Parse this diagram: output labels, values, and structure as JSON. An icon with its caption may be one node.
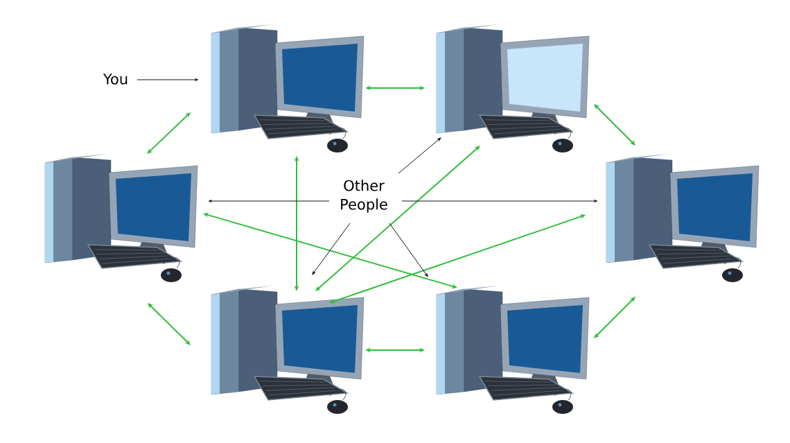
{
  "diagram": {
    "nodes": [
      {
        "text": [
          "You"
        ]
      },
      {
        "text": [],
        "shape": "picture"
      },
      {
        "text": [],
        "shape": "picture"
      },
      {
        "text": [],
        "shape": "picture"
      },
      {
        "text": [
          "Other People"
        ]
      },
      {
        "text": [],
        "shape": "picture"
      },
      {
        "text": [],
        "shape": "picture"
      },
      {
        "text": [],
        "shape": "picture"
      }
    ],
    "edges": [
      {
        "from": 0,
        "to": 1,
        "arrow": "to",
        "color": "#111111"
      },
      {
        "from": 1,
        "to": 2,
        "arrow": "both"
      },
      {
        "from": 1,
        "to": 3,
        "arrow": "both"
      },
      {
        "from": 2,
        "to": 5,
        "arrow": "both"
      },
      {
        "from": 3,
        "to": 6,
        "arrow": "both"
      },
      {
        "from": 6,
        "to": 7,
        "arrow": "both"
      },
      {
        "from": 5,
        "to": 7,
        "arrow": "both"
      },
      {
        "from": 1,
        "to": 6,
        "arrow": "both"
      },
      {
        "from": 3,
        "to": 7,
        "arrow": "both"
      },
      {
        "from": 6,
        "to": 2,
        "arrow": "both"
      },
      {
        "from": 6,
        "to": 5,
        "arrow": "both"
      },
      {
        "from": 4,
        "to": 2,
        "arrow": "to",
        "color": "#111111"
      },
      {
        "from": 4,
        "to": 3,
        "arrow": "to",
        "color": "#111111"
      },
      {
        "from": 4,
        "to": 5,
        "arrow": "to",
        "color": "#111111"
      },
      {
        "from": 4,
        "to": 6,
        "arrow": "to",
        "color": "#111111"
      },
      {
        "from": 4,
        "to": 7,
        "arrow": "to",
        "color": "#111111"
      }
    ]
  }
}
